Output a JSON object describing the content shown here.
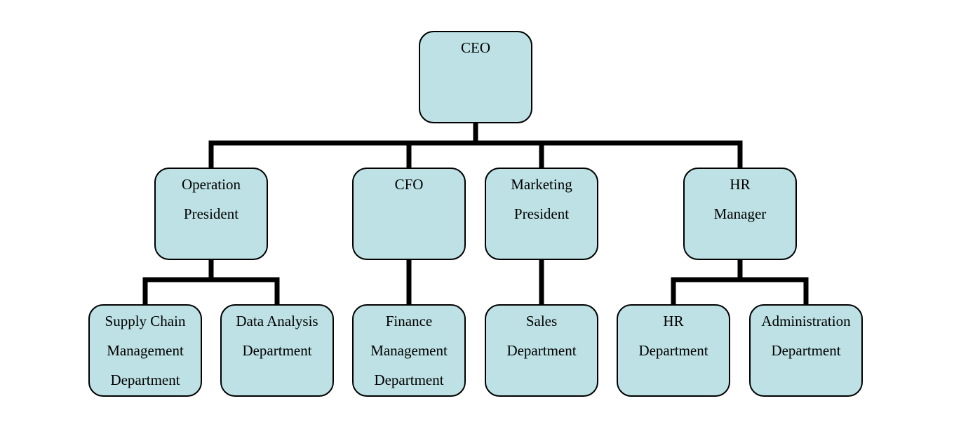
{
  "colors": {
    "box_fill": "#bde1e4",
    "box_stroke": "#000000",
    "connector": "#000000",
    "background": "#ffffff"
  },
  "chart_data": {
    "type": "org-chart",
    "nodes": [
      {
        "id": "ceo",
        "lines": [
          "CEO"
        ],
        "parent": null
      },
      {
        "id": "operation-president",
        "lines": [
          "Operation",
          "President"
        ],
        "parent": "ceo"
      },
      {
        "id": "cfo",
        "lines": [
          "CFO"
        ],
        "parent": "ceo"
      },
      {
        "id": "marketing-president",
        "lines": [
          "Marketing",
          "President"
        ],
        "parent": "ceo"
      },
      {
        "id": "hr-manager",
        "lines": [
          "HR",
          "Manager"
        ],
        "parent": "ceo"
      },
      {
        "id": "supply-chain-management-department",
        "lines": [
          "Supply Chain",
          "Management",
          "Department"
        ],
        "parent": "operation-president"
      },
      {
        "id": "data-analysis-department",
        "lines": [
          "Data Analysis",
          "Department"
        ],
        "parent": "operation-president"
      },
      {
        "id": "finance-management-department",
        "lines": [
          "Finance",
          "Management",
          "Department"
        ],
        "parent": "cfo"
      },
      {
        "id": "sales-department",
        "lines": [
          "Sales",
          "Department"
        ],
        "parent": "marketing-president"
      },
      {
        "id": "hr-department",
        "lines": [
          "HR",
          "Department"
        ],
        "parent": "hr-manager"
      },
      {
        "id": "administration-department",
        "lines": [
          "Administration",
          "Department"
        ],
        "parent": "hr-manager"
      }
    ]
  }
}
